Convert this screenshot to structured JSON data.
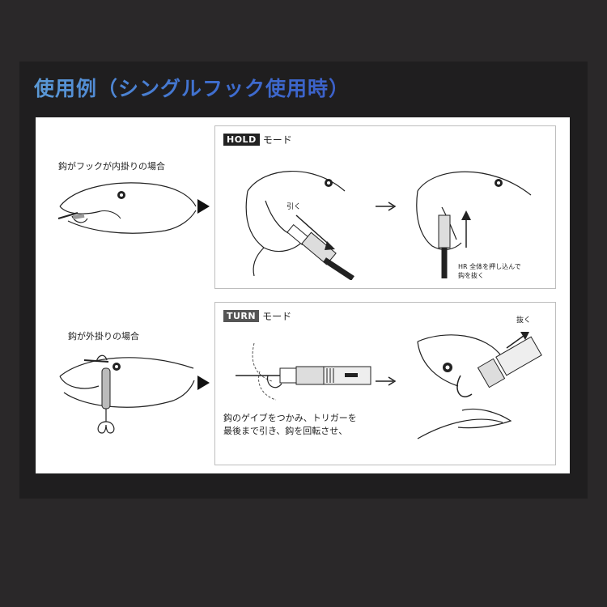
{
  "header": {
    "title": "使用例（シングルフック使用時）"
  },
  "cases": [
    {
      "label": "鈎がフックが内掛りの場合"
    },
    {
      "label": "鈎が外掛りの場合"
    }
  ],
  "hold_mode": {
    "tag": "HOLD",
    "suffix": "モード",
    "pull_label": "引く",
    "note": [
      "HR 全体を押し込んで",
      "鈎を抜く"
    ]
  },
  "turn_mode": {
    "tag": "TURN",
    "suffix": "モード",
    "pull_label": "抜く",
    "caption": [
      "鈎のゲイブをつかみ、トリガーを",
      "最後まで引き、鈎を回転させ、"
    ]
  },
  "icons": [
    "fish-illustration",
    "play-triangle-icon",
    "arrow-right-icon",
    "up-arrow-icon"
  ]
}
